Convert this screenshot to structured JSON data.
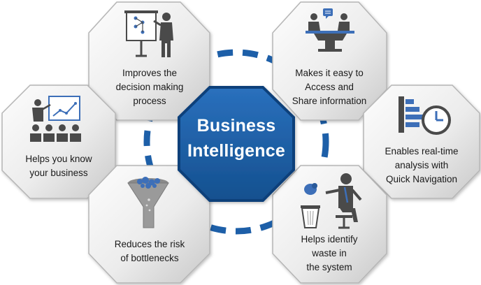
{
  "center": {
    "line1": "Business",
    "line2": "Intelligence"
  },
  "benefits": [
    {
      "icon": "presentation-flowchart-icon",
      "lines": [
        "Improves the",
        "decision making",
        "process"
      ]
    },
    {
      "icon": "meeting-chat-icon",
      "lines": [
        "Makes it easy to",
        "Access and",
        "Share information"
      ]
    },
    {
      "icon": "audience-chart-icon",
      "lines": [
        "Helps you know",
        "your business"
      ]
    },
    {
      "icon": "list-clock-icon",
      "lines": [
        "Enables real-time",
        "analysis with",
        "Quick Navigation"
      ]
    },
    {
      "icon": "funnel-icon",
      "lines": [
        "Reduces the risk",
        "of bottlenecks"
      ]
    },
    {
      "icon": "person-wastebin-icon",
      "lines": [
        "Helps identify",
        "waste in",
        "the system"
      ]
    }
  ],
  "colors": {
    "center_fill": "#1d5fa8",
    "center_border": "#0d3f7a",
    "ring": "#1d5fa8",
    "tile_light": "#fbfbfb",
    "tile_dark": "#d4d4d4",
    "icon_dark": "#4a4a4a",
    "icon_blue": "#3d6fb8"
  }
}
